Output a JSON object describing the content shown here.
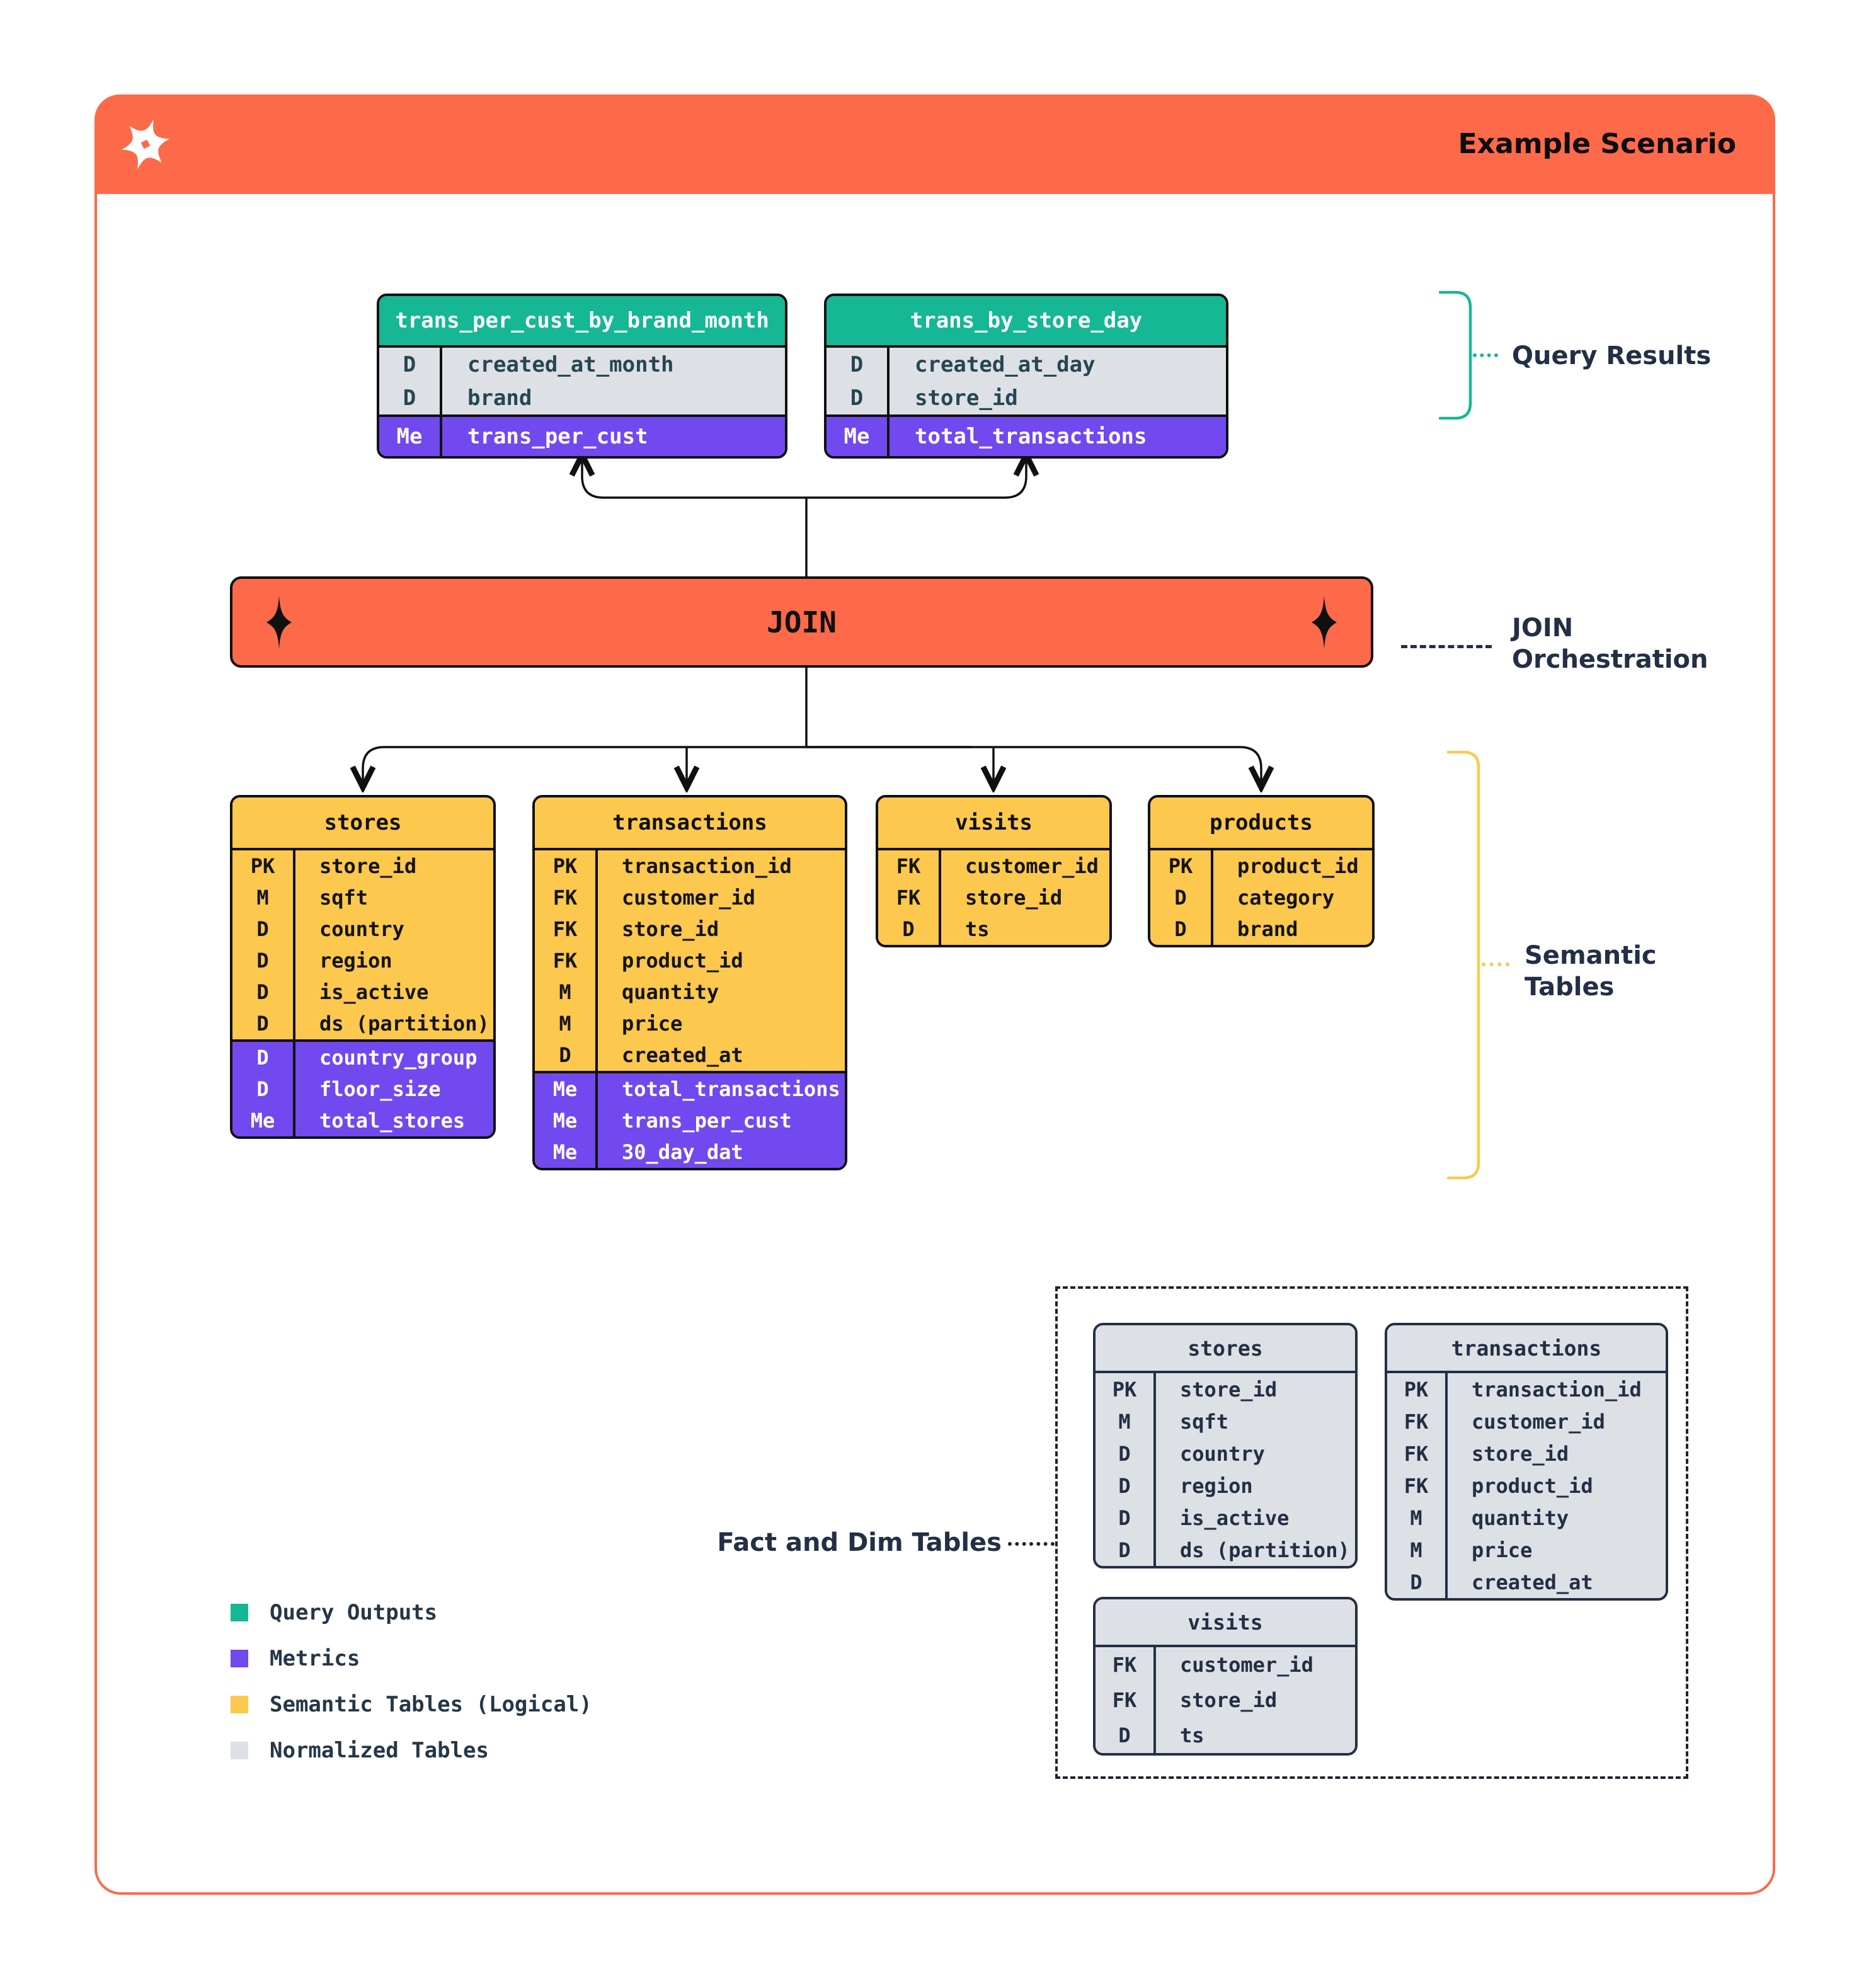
{
  "page": {
    "title": "Example Scenario"
  },
  "colors": {
    "orange": "#FC6A4A",
    "green": "#15B795",
    "purple": "#7149EE",
    "yellow": "#FCC84D",
    "gray": "#DDE1E6",
    "border": "#101010",
    "label_navy": "#232F44"
  },
  "join_bar": {
    "label": "JOIN"
  },
  "annotations": {
    "query_results": {
      "label": "Query Results"
    },
    "join_orchestration": {
      "line1": "JOIN",
      "line2": "Orchestration"
    },
    "semantic_tables": {
      "line1": "Semantic",
      "line2": "Tables"
    },
    "fact_dim": {
      "label": "Fact and Dim Tables"
    }
  },
  "query_result_tables": [
    {
      "title": "trans_per_cust_by_brand_month",
      "rows": [
        {
          "k": "D",
          "v": "created_at_month"
        },
        {
          "k": "D",
          "v": "brand"
        }
      ],
      "metric_rows": [
        {
          "k": "Me",
          "v": "trans_per_cust"
        }
      ]
    },
    {
      "title": "trans_by_store_day",
      "rows": [
        {
          "k": "D",
          "v": "created_at_day"
        },
        {
          "k": "D",
          "v": "store_id"
        }
      ],
      "metric_rows": [
        {
          "k": "Me",
          "v": "total_transactions"
        }
      ]
    }
  ],
  "semantic_tables": [
    {
      "title": "stores",
      "rows": [
        {
          "k": "PK",
          "v": "store_id"
        },
        {
          "k": "M",
          "v": "sqft"
        },
        {
          "k": "D",
          "v": "country"
        },
        {
          "k": "D",
          "v": "region"
        },
        {
          "k": "D",
          "v": "is_active"
        },
        {
          "k": "D",
          "v": "ds (partition)"
        }
      ],
      "metric_rows": [
        {
          "k": "D",
          "v": "country_group"
        },
        {
          "k": "D",
          "v": "floor_size"
        },
        {
          "k": "Me",
          "v": "total_stores"
        }
      ]
    },
    {
      "title": "transactions",
      "rows": [
        {
          "k": "PK",
          "v": "transaction_id"
        },
        {
          "k": "FK",
          "v": "customer_id"
        },
        {
          "k": "FK",
          "v": "store_id"
        },
        {
          "k": "FK",
          "v": "product_id"
        },
        {
          "k": "M",
          "v": "quantity"
        },
        {
          "k": "M",
          "v": "price"
        },
        {
          "k": "D",
          "v": "created_at"
        }
      ],
      "metric_rows": [
        {
          "k": "Me",
          "v": "total_transactions"
        },
        {
          "k": "Me",
          "v": "trans_per_cust"
        },
        {
          "k": "Me",
          "v": "30_day_dat"
        }
      ]
    },
    {
      "title": "visits",
      "rows": [
        {
          "k": "FK",
          "v": "customer_id"
        },
        {
          "k": "FK",
          "v": "store_id"
        },
        {
          "k": "D",
          "v": "ts"
        }
      ],
      "metric_rows": []
    },
    {
      "title": "products",
      "rows": [
        {
          "k": "PK",
          "v": "product_id"
        },
        {
          "k": "D",
          "v": "category"
        },
        {
          "k": "D",
          "v": "brand"
        }
      ],
      "metric_rows": []
    }
  ],
  "normalized_tables": [
    {
      "title": "stores",
      "rows": [
        {
          "k": "PK",
          "v": "store_id"
        },
        {
          "k": "M",
          "v": "sqft"
        },
        {
          "k": "D",
          "v": "country"
        },
        {
          "k": "D",
          "v": "region"
        },
        {
          "k": "D",
          "v": "is_active"
        },
        {
          "k": "D",
          "v": "ds (partition)"
        }
      ]
    },
    {
      "title": "transactions",
      "rows": [
        {
          "k": "PK",
          "v": "transaction_id"
        },
        {
          "k": "FK",
          "v": "customer_id"
        },
        {
          "k": "FK",
          "v": "store_id"
        },
        {
          "k": "FK",
          "v": "product_id"
        },
        {
          "k": "M",
          "v": "quantity"
        },
        {
          "k": "M",
          "v": "price"
        },
        {
          "k": "D",
          "v": "created_at"
        }
      ]
    },
    {
      "title": "visits",
      "rows": [
        {
          "k": "FK",
          "v": "customer_id"
        },
        {
          "k": "FK",
          "v": "store_id"
        },
        {
          "k": "D",
          "v": "ts"
        }
      ]
    }
  ],
  "legend": {
    "items": [
      {
        "label": "Query Outputs",
        "color": "#15B795"
      },
      {
        "label": "Metrics",
        "color": "#7149EE"
      },
      {
        "label": "Semantic Tables (Logical)",
        "color": "#FCC84D"
      },
      {
        "label": "Normalized Tables",
        "color": "#DDE1E6"
      }
    ]
  }
}
